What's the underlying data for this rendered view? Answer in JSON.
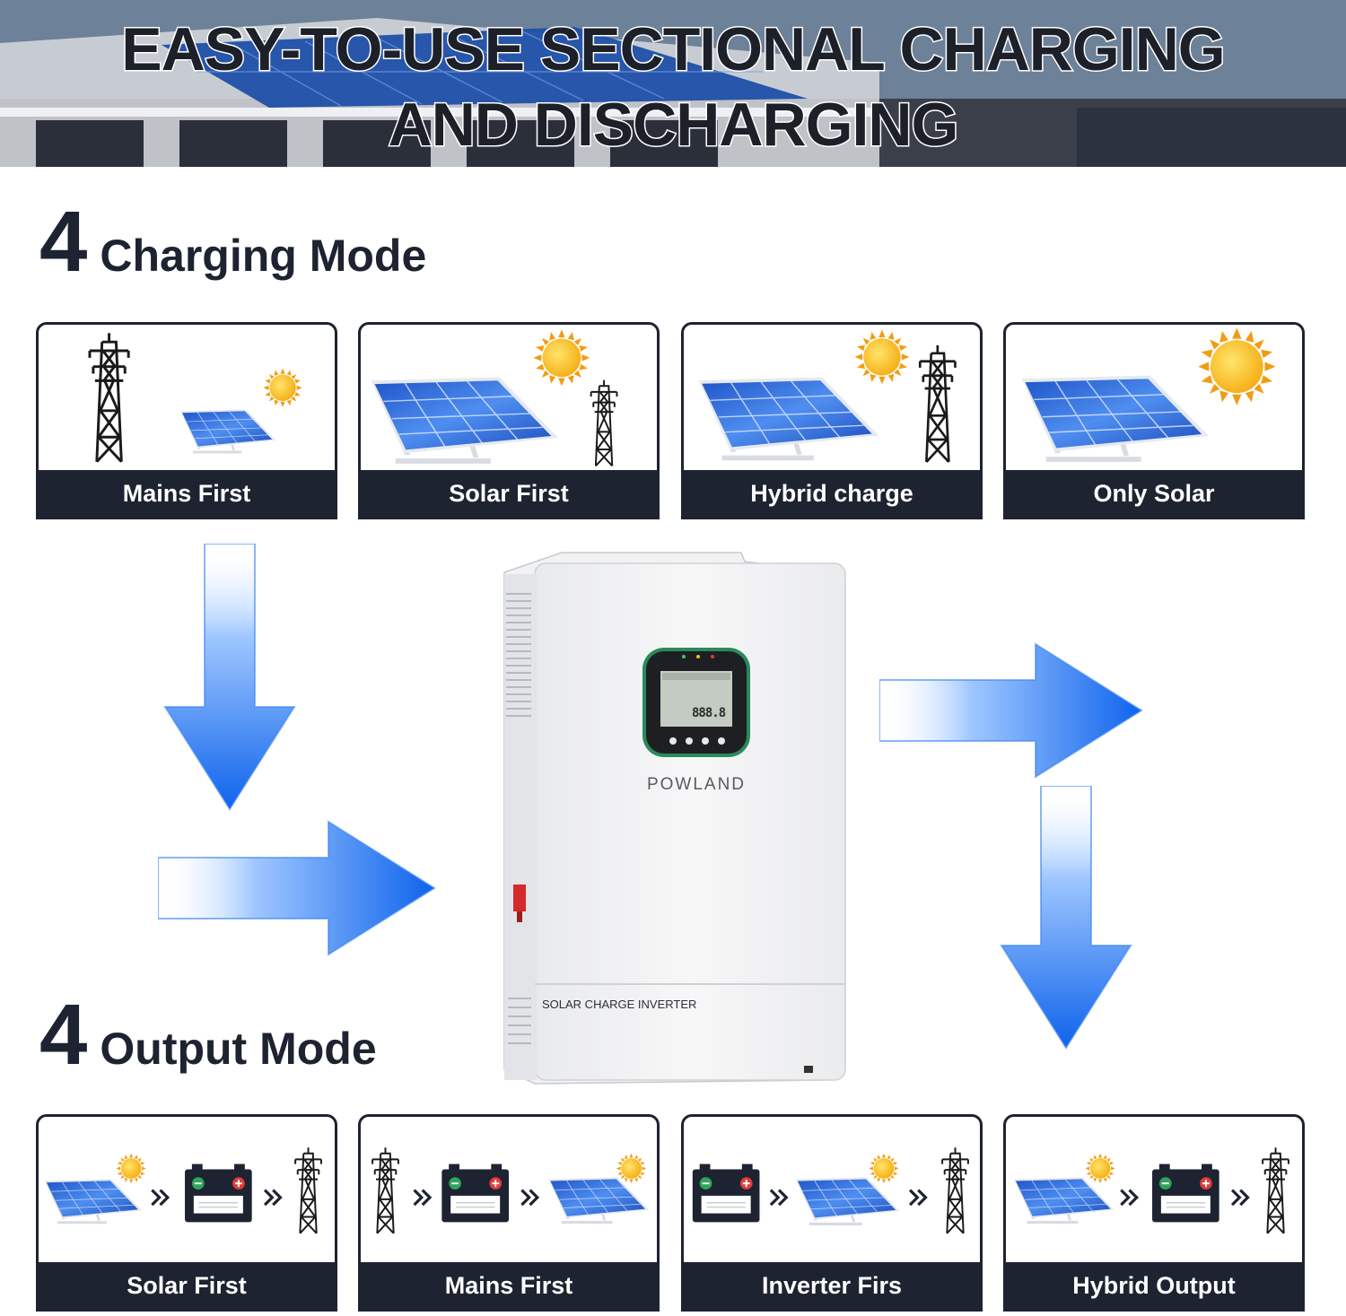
{
  "banner": {
    "line1": "EASY-TO-USE SECTIONAL CHARGING",
    "line2": "AND DISCHARGING"
  },
  "charging": {
    "number": "4",
    "label": "Charging Mode",
    "modes": [
      {
        "label": "Mains First"
      },
      {
        "label": "Solar First"
      },
      {
        "label": "Hybrid charge"
      },
      {
        "label": "Only Solar"
      }
    ]
  },
  "output": {
    "number": "4",
    "label": "Output Mode",
    "modes": [
      {
        "label": "Solar First"
      },
      {
        "label": "Mains First"
      },
      {
        "label": "Inverter Firs"
      },
      {
        "label": "Hybrid Output"
      }
    ]
  },
  "device": {
    "brand": "POWLAND",
    "model_label": "SOLAR CHARGE INVERTER",
    "display_digits": "888.8"
  },
  "colors": {
    "dark": "#1d2330",
    "arrow_blue": "#1a6ff0",
    "sun": "#f7b91a",
    "panel": "#2f6bd6"
  }
}
